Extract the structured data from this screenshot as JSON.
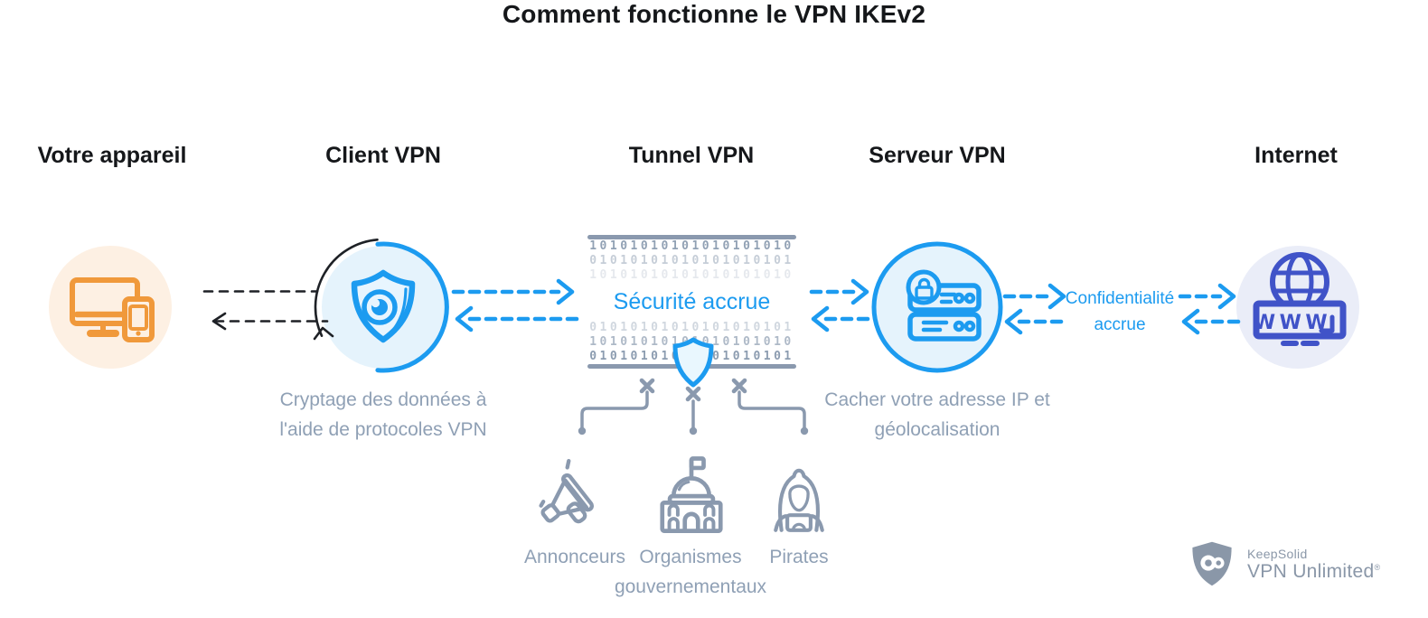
{
  "title": "Comment fonctionne le VPN IKEv2",
  "columns": {
    "device": {
      "label": "Votre appareil"
    },
    "client": {
      "label": "Client VPN",
      "caption": "Cryptage des données à l'aide de protocoles VPN"
    },
    "tunnel": {
      "label": "Tunnel VPN",
      "security_text": "Sécurité accrue",
      "binary_rows": [
        "10101010101010101010",
        "01010101010101010101",
        "10101010101010101010",
        "01010101010101010101",
        "10101010101010101010",
        "01010101010101010101"
      ],
      "threats": [
        {
          "label": "Annonceurs"
        },
        {
          "label": "Organismes gouvernementaux"
        },
        {
          "label": "Pirates"
        }
      ]
    },
    "server": {
      "label": "Serveur VPN",
      "caption": "Cacher votre adresse IP et géolocalisation"
    },
    "internet": {
      "label": "Internet",
      "www_label": "WWW",
      "link_caption": "Confidentialité accrue"
    }
  },
  "brand": {
    "company": "KeepSolid",
    "product": "VPN Unlimited",
    "registered": "®"
  },
  "colors": {
    "accent_blue": "#1C9BF0",
    "accent_orange": "#F0993B",
    "internet_indigo": "#4053C8",
    "icon_gray": "#8A99AE",
    "caption_gray": "#8FA0B5",
    "binary_gray": "#8C9CB0",
    "title_black": "#15171A",
    "logo_gray": "#8A97A8",
    "device_circle_bg": "#FDF0E3",
    "vpn_circle_bg": "#E5F3FC",
    "internet_circle_bg": "#EAEDF8"
  },
  "icons": {
    "device": "monitor-smartphone-icon",
    "client": "shield-eye-icon",
    "server": "server-padlock-icon",
    "internet": "globe-www-icon",
    "tunnel_guard": "shield-icon",
    "threat_1": "megaphone-icon",
    "threat_2": "government-building-icon",
    "threat_3": "hacker-icon",
    "brand": "keepsolid-shield-logo"
  }
}
